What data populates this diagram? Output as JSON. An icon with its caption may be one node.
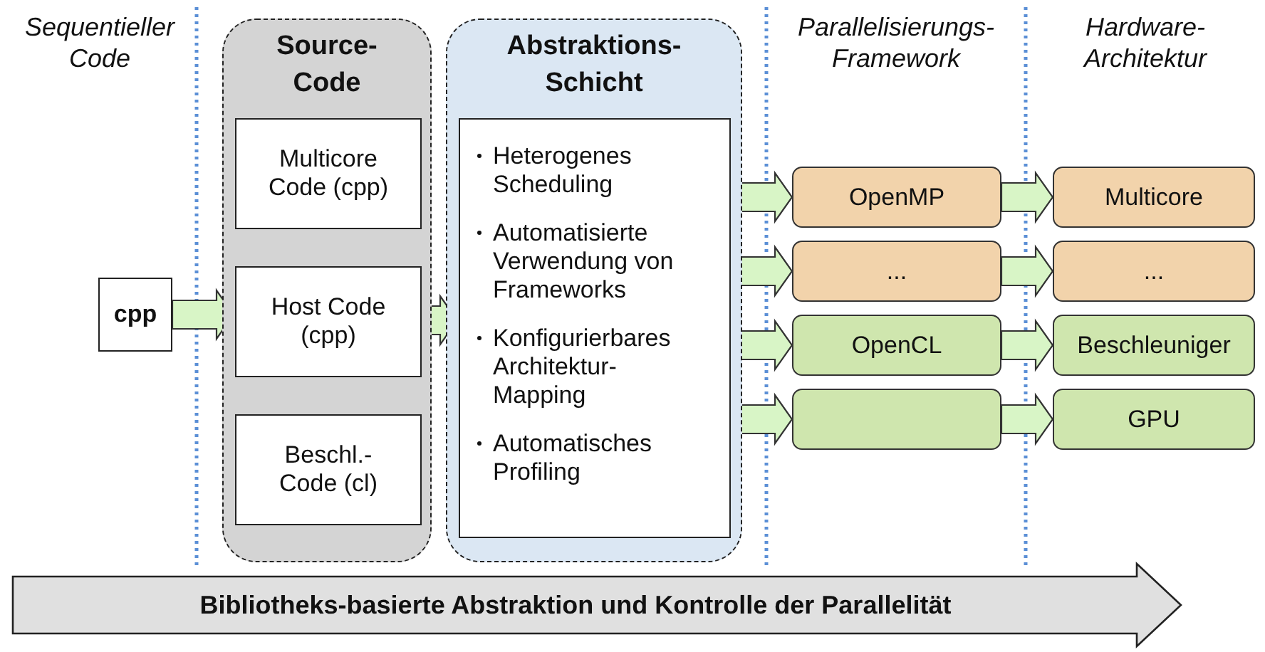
{
  "diagram": {
    "nodes": [
      {
        "text": [
          "cpp"
        ]
      },
      {
        "text": [
          "Source- Code"
        ]
      },
      {
        "text": [
          "Multicore Code (cpp)"
        ],
        "in": 1
      },
      {
        "text": [
          "Host Code (cpp)"
        ],
        "in": 1
      },
      {
        "text": [
          "Beschl.- Code (cl)"
        ],
        "in": 1
      },
      {
        "text": [
          "Abstraktions- Schicht"
        ]
      },
      {
        "text": [
          "Heterogenes Scheduling",
          "Automatisierte Verwendung von Frameworks",
          "Konfigurierbares Architektur- Mapping",
          "Automatisches Profiling"
        ],
        "in": 5
      },
      {
        "text": [
          "OpenMP"
        ]
      },
      {
        "text": [
          "..."
        ]
      },
      {
        "text": [
          "OpenCL"
        ]
      },
      {
        "text": [],
        "shape": "box"
      },
      {
        "text": [
          "Multicore"
        ]
      },
      {
        "text": [
          "..."
        ]
      },
      {
        "text": [
          "Beschleuniger"
        ]
      },
      {
        "text": [
          "GPU"
        ]
      },
      {
        "text": [
          "Bibliotheks-basierte Abstraktion und Kontrolle der Parallelität"
        ]
      }
    ],
    "edges": [
      {
        "from": 0,
        "to": 3,
        "arrow": "to"
      },
      {
        "from": 3,
        "to": 6,
        "arrow": "to"
      },
      {
        "from": 6,
        "to": 7,
        "arrow": "to"
      },
      {
        "from": 6,
        "to": 8,
        "arrow": "to"
      },
      {
        "from": 6,
        "to": 9,
        "arrow": "to"
      },
      {
        "from": 6,
        "to": 10,
        "arrow": "to"
      },
      {
        "from": 7,
        "to": 11,
        "arrow": "to"
      },
      {
        "from": 8,
        "to": 12,
        "arrow": "to"
      },
      {
        "from": 9,
        "to": 13,
        "arrow": "to"
      },
      {
        "from": 10,
        "to": 14,
        "arrow": "to"
      }
    ],
    "labels": [
      "Sequentieller Code",
      "Parallelisierungs- Framework",
      "Hardware- Architektur"
    ]
  }
}
